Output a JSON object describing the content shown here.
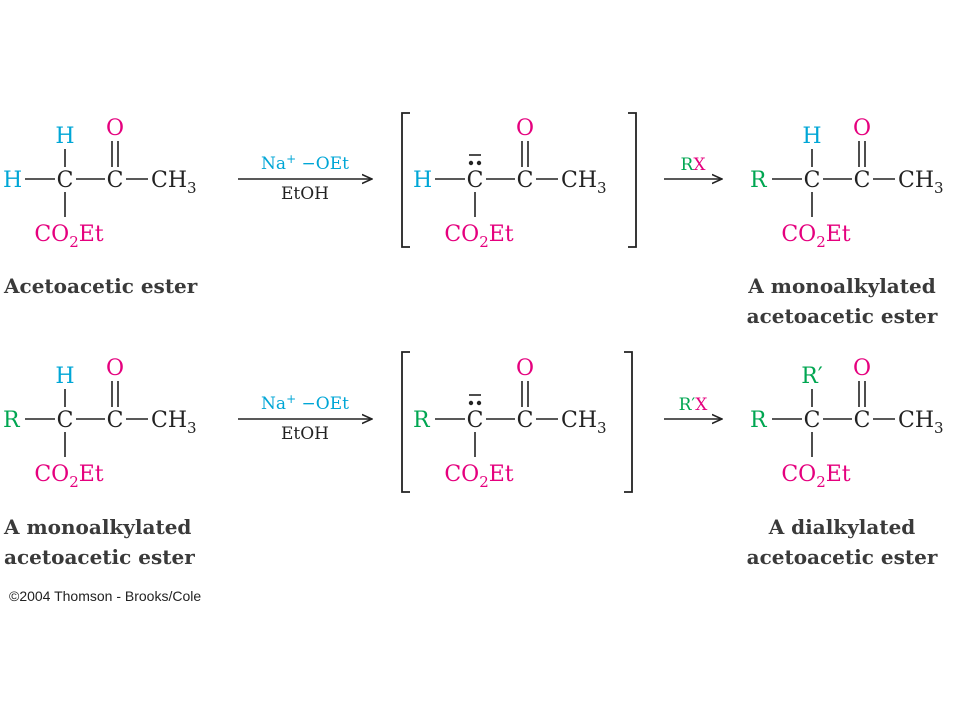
{
  "colors": {
    "hydrogen": "#00a6d6",
    "oxygen": "#e5007e",
    "alkyl": "#00a651",
    "black": "#222222"
  },
  "atoms": {
    "H": "H",
    "O": "O",
    "C": "C",
    "R": "R",
    "R_prime": "R′",
    "CH": "CH",
    "three": "3",
    "CO": "CO",
    "two": "2",
    "Et": "Et"
  },
  "reagents": {
    "base_cation": "Na",
    "base_charge": "+",
    "base_anion": "−OEt",
    "solvent": "EtOH",
    "alkyl_halide_r": "R",
    "alkyl_halide_r_prime": "R′",
    "halide": "X"
  },
  "row1": {
    "reactant_caption": [
      "Acetoacetic ester"
    ],
    "product_caption": [
      "A monoalkylated",
      "acetoacetic ester"
    ]
  },
  "row2": {
    "reactant_caption": [
      "A monoalkylated",
      "acetoacetic ester"
    ],
    "product_caption": [
      "A dialkylated",
      "acetoacetic ester"
    ]
  },
  "copyright": "©2004 Thomson - Brooks/Cole"
}
